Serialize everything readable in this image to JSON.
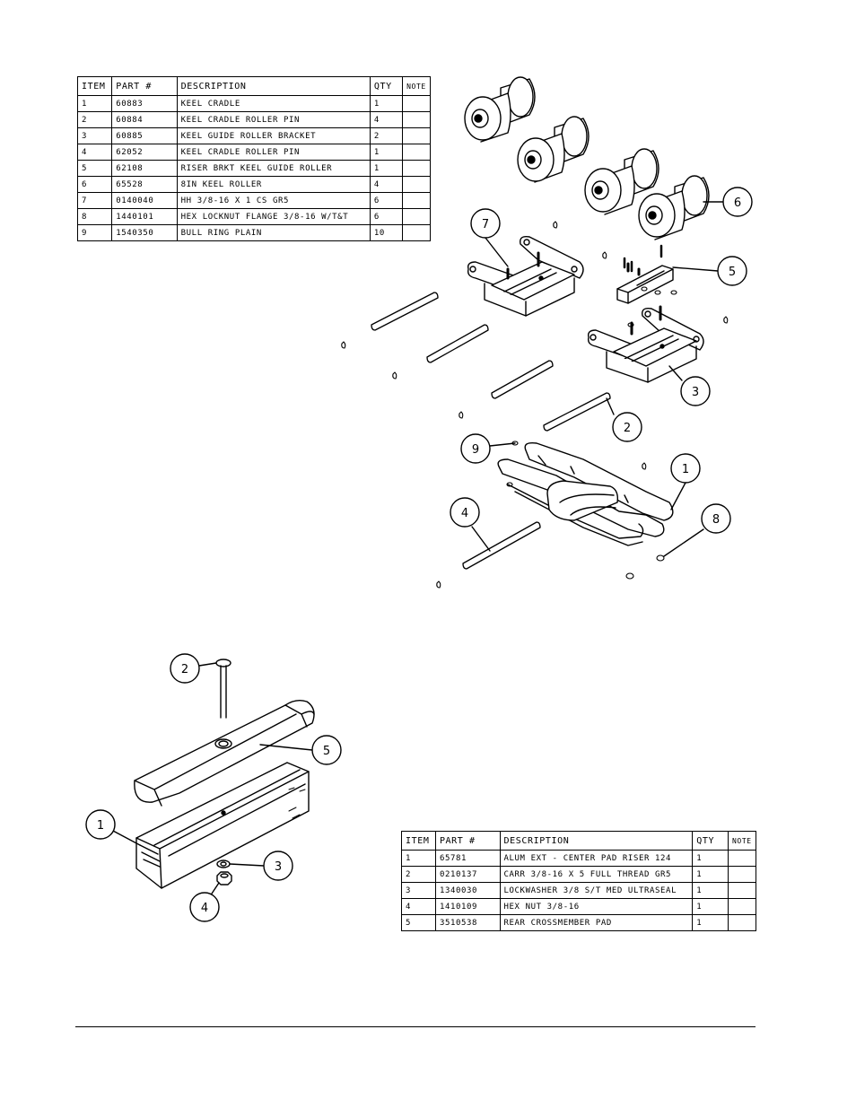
{
  "tables": {
    "keel_cradle": {
      "headers": [
        "ITEM",
        "PART #",
        "DESCRIPTION",
        "QTY",
        "NOTE"
      ],
      "rows": [
        [
          "1",
          "60883",
          "KEEL CRADLE",
          "1",
          ""
        ],
        [
          "2",
          "60884",
          "KEEL CRADLE ROLLER PIN",
          "4",
          ""
        ],
        [
          "3",
          "60885",
          "KEEL GUIDE ROLLER BRACKET",
          "2",
          ""
        ],
        [
          "4",
          "62052",
          "KEEL CRADLE ROLLER PIN",
          "1",
          ""
        ],
        [
          "5",
          "62108",
          "RISER BRKT KEEL GUIDE ROLLER",
          "1",
          ""
        ],
        [
          "6",
          "65528",
          "8IN KEEL ROLLER",
          "4",
          ""
        ],
        [
          "7",
          "0140040",
          "HH 3/8-16 X 1 CS GR5",
          "6",
          ""
        ],
        [
          "8",
          "1440101",
          "HEX LOCKNUT FLANGE 3/8-16 W/T&T",
          "6",
          ""
        ],
        [
          "9",
          "1540350",
          "BULL RING PLAIN",
          "10",
          ""
        ]
      ]
    },
    "center_pad": {
      "headers": [
        "ITEM",
        "PART #",
        "DESCRIPTION",
        "QTY",
        "NOTE"
      ],
      "rows": [
        [
          "1",
          "65781",
          "ALUM EXT - CENTER PAD RISER 124",
          "1",
          ""
        ],
        [
          "2",
          "0210137",
          "CARR 3/8-16 X 5 FULL THREAD GR5",
          "1",
          ""
        ],
        [
          "3",
          "1340030",
          "LOCKWASHER 3/8 S/T MED ULTRASEAL",
          "1",
          ""
        ],
        [
          "4",
          "1410109",
          "HEX NUT 3/8-16",
          "1",
          ""
        ],
        [
          "5",
          "3510538",
          "REAR CROSSMEMBER PAD",
          "1",
          ""
        ]
      ]
    }
  },
  "callouts": {
    "upper": [
      "7",
      "6",
      "5",
      "3",
      "2",
      "9",
      "1",
      "4",
      "8"
    ],
    "lower": [
      "2",
      "5",
      "1",
      "3",
      "4"
    ]
  }
}
